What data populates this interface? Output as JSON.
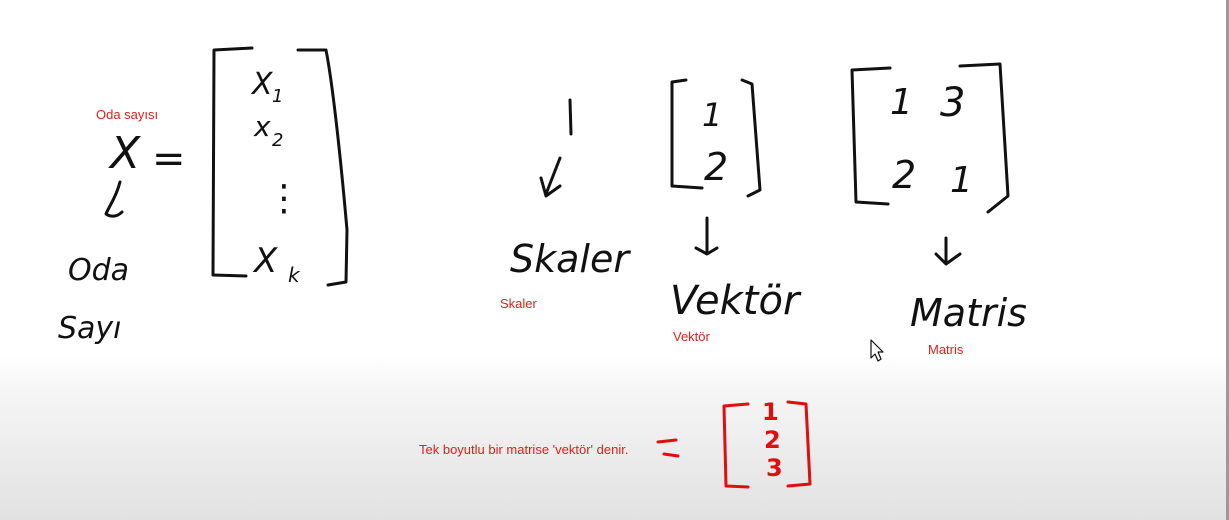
{
  "labels": {
    "oda_sayisi": "Oda sayısı",
    "skaler": "Skaler",
    "vektor": "Vektör",
    "matris": "Matris",
    "note": "Tek boyutlu bir matrise 'vektör' denir."
  },
  "handwriting": {
    "x_var": "X",
    "equals": "=",
    "x1": "X",
    "x1_sub": "1",
    "x2": "x",
    "x2_sub": "2",
    "dots": "⋮",
    "xk": "X",
    "xk_sub": "k",
    "oda": "Oda",
    "sayi": "Sayı",
    "scalar_value": "1",
    "skaler": "Skaler",
    "vec_1": "1",
    "vec_2": "2",
    "vektor": "Vektör",
    "mat_11": "1",
    "mat_12": "3",
    "mat_21": "2",
    "mat_22": "1",
    "matris": "Matris",
    "red_equals": "=",
    "red_1": "1",
    "red_2": "2",
    "red_3": "3"
  },
  "colors": {
    "typed_text": "#e0201c",
    "handwriting": "#111111",
    "red_handwriting": "#e00e0e",
    "background_top": "#ffffff",
    "background_bottom": "#e2e2e2"
  },
  "cursor": "mouse-pointer-icon"
}
